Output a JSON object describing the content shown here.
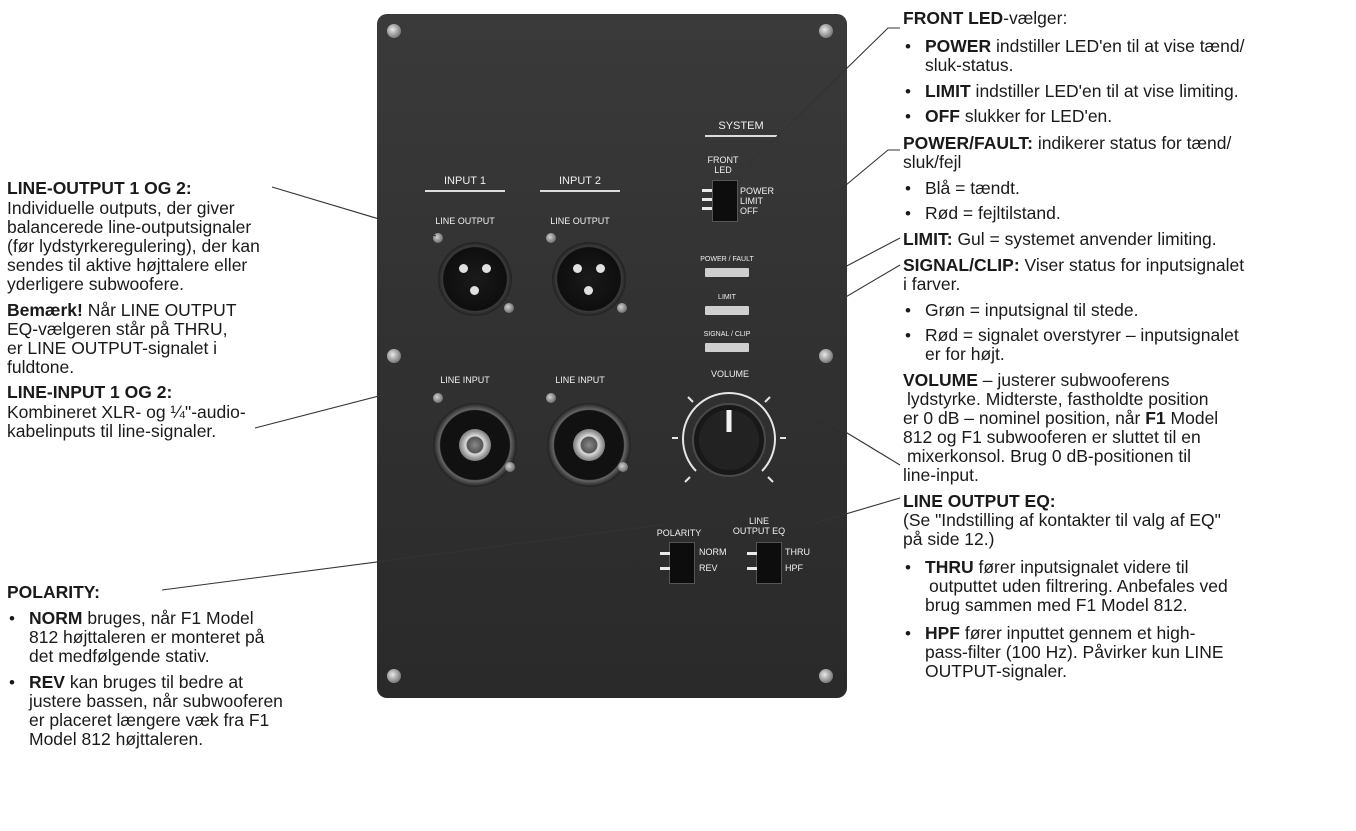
{
  "panel": {
    "input1": "INPUT 1",
    "input2": "INPUT 2",
    "system": "SYSTEM",
    "line_output": "LINE OUTPUT",
    "line_input": "LINE INPUT",
    "front_led_l1": "FRONT",
    "front_led_l2": "LED",
    "power": "POWER",
    "limit": "LIMIT",
    "off": "OFF",
    "power_fault": "POWER / FAULT",
    "limit_led": "LIMIT",
    "signal_clip": "SIGNAL / CLIP",
    "volume": "VOLUME",
    "polarity": "POLARITY",
    "norm": "NORM",
    "rev": "REV",
    "line_output_eq_l1": "LINE",
    "line_output_eq_l2": "OUTPUT EQ",
    "thru": "THRU",
    "hpf": "HPF"
  },
  "left": {
    "line_output_title": "LINE-OUTPUT 1 OG 2:",
    "line_output_l1": "Individuelle outputs, der giver",
    "line_output_l2": "balancerede line-outputsignaler",
    "line_output_l3": "(før lydstyrkeregulering), der kan",
    "line_output_l4": "sendes til aktive højttalere eller",
    "line_output_l5": "yderligere subwoofere.",
    "note_bold": "Bemærk!",
    "note_l1": " Når LINE OUTPUT",
    "note_l2": "EQ-vælgeren står på THRU,",
    "note_l3": "er LINE OUTPUT-signalet i",
    "note_l4": "fuldtone.",
    "line_input_title": "LINE-INPUT 1 OG 2:",
    "line_input_l1": "Kombineret XLR- og ¼\"-audio-",
    "line_input_l2": "kabelinputs til line-signaler.",
    "polarity_title": "POLARITY:",
    "norm_bold": "NORM",
    "norm_l1": " bruges, når F1 Model",
    "norm_l2": "812 højttaleren er monteret på",
    "norm_l3": "det medfølgende stativ.",
    "rev_bold": "REV",
    "rev_l1": " kan bruges til bedre at",
    "rev_l2": "justere bassen, når subwooferen",
    "rev_l3": "er placeret længere væk fra F1",
    "rev_l4": "Model 812 højttaleren."
  },
  "right": {
    "front_led_bold": "FRONT LED",
    "front_led_rest": "-vælger:",
    "power_bold": "POWER",
    "power_l1": " indstiller LED'en til at vise tænd/",
    "power_l2": "sluk-status.",
    "limit_bold": "LIMIT",
    "limit_l1": " indstiller LED'en til at vise limiting.",
    "off_bold": "OFF",
    "off_l1": " slukker for LED'en.",
    "pf_bold": "POWER/FAULT:",
    "pf_l1": " indikerer status for tænd/",
    "pf_l2": "sluk/fejl",
    "blue": "Blå = tændt.",
    "red": "Rød = fejltilstand.",
    "limit2_bold": "LIMIT:",
    "limit2_rest": " Gul = systemet anvender limiting.",
    "sc_bold": "SIGNAL/CLIP:",
    "sc_l1": " Viser status for inputsignalet",
    "sc_l2": "i farver.",
    "green": "Grøn = inputsignal til stede.",
    "red2_l1": "Rød = signalet overstyrer – inputsignalet",
    "red2_l2": "er for højt.",
    "vol_bold": "VOLUME",
    "vol_l1": " – justerer subwooferens",
    "vol_l2": "lydstyrke. Midterste, fastholdte position",
    "vol_l3a": "er 0 dB – nominel position, når ",
    "vol_l3b": "F1",
    "vol_l3c": "  Model",
    "vol_l4": "812 og F1 subwooferen er sluttet til en",
    "vol_l5": "mixerkonsol. Brug 0 dB-positionen til",
    "vol_l6": "line-input.",
    "eq_title": "LINE OUTPUT EQ:",
    "eq_l1": "(Se \"Indstilling af kontakter til valg af EQ\"",
    "eq_l2": "på side 12.)",
    "thru_bold": "THRU",
    "thru_l1": " fører inputsignalet videre til",
    "thru_l2": "outputtet uden filtrering. Anbefales ved",
    "thru_l3": "brug sammen med F1 Model 812.",
    "hpf_bold": "HPF",
    "hpf_l1": " fører inputtet gennem et high-",
    "hpf_l2": "pass-filter (100 Hz). Påvirker kun LINE",
    "hpf_l3": "OUTPUT-signaler."
  }
}
